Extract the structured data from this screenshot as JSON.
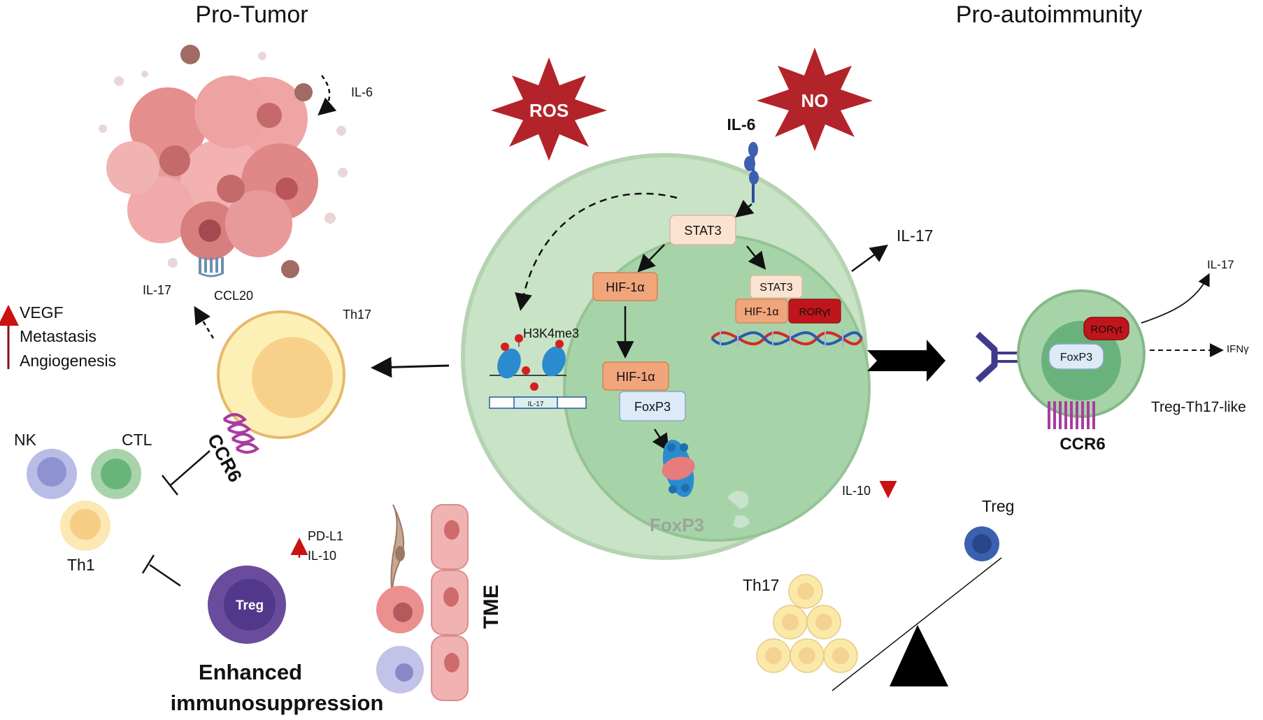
{
  "titles": {
    "pro_tumor": "Pro-Tumor",
    "pro_autoimmunity": "Pro-autoimmunity"
  },
  "stressors": {
    "ros": "ROS",
    "no": "NO"
  },
  "center": {
    "il6": "IL-6",
    "stat3": "STAT3",
    "hif1a_left": "HIF-1α",
    "hif1a_mid": "HIF-1α",
    "foxp3_box": "FoxP3",
    "h3k4me3": "H3K4me3",
    "il17_gene": "IL-17",
    "stat3_small": "STAT3",
    "hif1a_small": "HIF-1α",
    "rorgt_small": "RORγt",
    "foxp3_protein": "FoxP3",
    "il17_out": "IL-17",
    "il10_down": "IL-10"
  },
  "tumor": {
    "il6": "IL-6",
    "il17": "IL-17",
    "ccl20": "CCL20",
    "effects": [
      "VEGF",
      "Metastasis",
      "Angiogenesis"
    ],
    "th17": "Th17",
    "ccr6": "CCR6",
    "nk": "NK",
    "ctl": "CTL",
    "th1": "Th1",
    "treg": "Treg",
    "pdl1": "PD-L1",
    "il10": "IL-10",
    "enhanced_line1": "Enhanced",
    "enhanced_line2": "immunosuppression",
    "tme": "TME"
  },
  "autoimmune": {
    "il17": "IL-17",
    "ifng": "IFNγ",
    "rorgt": "RORγt",
    "foxp3": "FoxP3",
    "treg_th17_like": "Treg-Th17-like",
    "ccr6": "CCR6",
    "treg": "Treg",
    "th17": "Th17"
  },
  "colors": {
    "star": "#b3232a",
    "cell_outer": "#c9e3c6",
    "cell_inner": "#9dcf9f",
    "hif_box": "#f1a57b",
    "stat_box": "#fbe3d2",
    "foxp3_box": "#dcebf7",
    "ror_box": "#c0161b",
    "treg_purple": "#6a4c9c",
    "th17_yellow": "#fbe9a8",
    "up_arrow": "#cc1111"
  }
}
